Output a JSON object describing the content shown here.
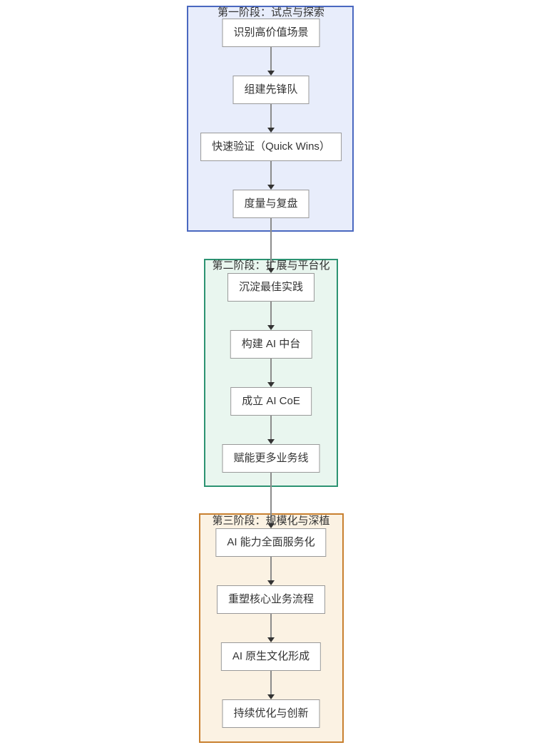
{
  "diagram": {
    "type": "flowchart",
    "direction": "top-down",
    "phases": [
      {
        "title": "第一阶段：试点与探索",
        "border_color": "#4A68C0",
        "background_color": "#E8EDFB",
        "nodes": [
          {
            "label": "识别高价值场景"
          },
          {
            "label": "组建先锋队"
          },
          {
            "label": "快速验证（Quick Wins）"
          },
          {
            "label": "度量与复盘"
          }
        ]
      },
      {
        "title": "第二阶段：扩展与平台化",
        "border_color": "#2C9372",
        "background_color": "#E9F6EF",
        "nodes": [
          {
            "label": "沉淀最佳实践"
          },
          {
            "label": "构建 AI 中台"
          },
          {
            "label": "成立 AI CoE"
          },
          {
            "label": "赋能更多业务线"
          }
        ]
      },
      {
        "title": "第三阶段：规模化与深植",
        "border_color": "#C8802F",
        "background_color": "#FBF2E3",
        "nodes": [
          {
            "label": "AI 能力全面服务化"
          },
          {
            "label": "重塑核心业务流程"
          },
          {
            "label": "AI 原生文化形成"
          },
          {
            "label": "持续优化与创新"
          }
        ]
      }
    ],
    "edges": [
      {
        "from": "识别高价值场景",
        "to": "组建先锋队"
      },
      {
        "from": "组建先锋队",
        "to": "快速验证（Quick Wins）"
      },
      {
        "from": "快速验证（Quick Wins）",
        "to": "度量与复盘"
      },
      {
        "from": "度量与复盘",
        "to": "沉淀最佳实践"
      },
      {
        "from": "沉淀最佳实践",
        "to": "构建 AI 中台"
      },
      {
        "from": "构建 AI 中台",
        "to": "成立 AI CoE"
      },
      {
        "from": "成立 AI CoE",
        "to": "赋能更多业务线"
      },
      {
        "from": "赋能更多业务线",
        "to": "AI 能力全面服务化"
      },
      {
        "from": "AI 能力全面服务化",
        "to": "重塑核心业务流程"
      },
      {
        "from": "重塑核心业务流程",
        "to": "AI 原生文化形成"
      },
      {
        "from": "AI 原生文化形成",
        "to": "持续优化与创新"
      }
    ],
    "styles": {
      "node_background": "#FFFFFF",
      "node_border_color": "#999999",
      "text_color": "#333333",
      "edge_line_color": "#8C8C8C",
      "arrowhead_color": "#333333"
    }
  }
}
